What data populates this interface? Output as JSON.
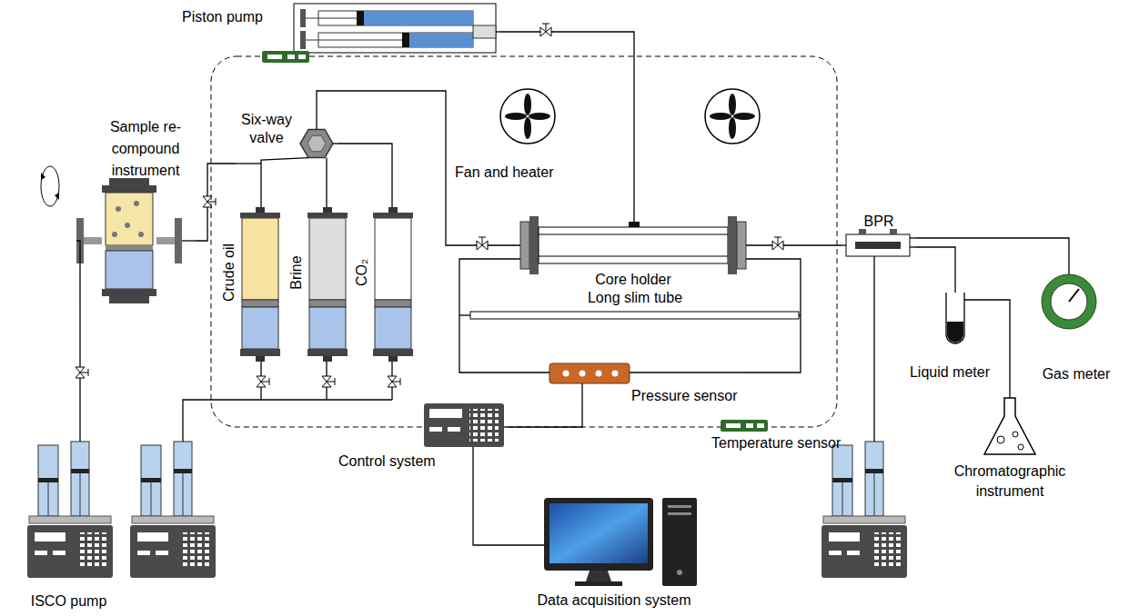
{
  "diagram": {
    "nodes": [
      {
        "text": [
          "Piston pump"
        ]
      },
      {
        "text": [
          "Sample re-compound instrument"
        ]
      },
      {
        "text": [
          "Six-way valve"
        ]
      },
      {
        "text": [
          "Crude oil"
        ]
      },
      {
        "text": [
          "Brine"
        ]
      },
      {
        "text": [
          "CO₂"
        ]
      },
      {
        "text": [
          "Core holder"
        ]
      },
      {
        "text": [
          "Long slim tube"
        ]
      },
      {
        "text": [
          "Pressure sensor"
        ]
      },
      {
        "text": [
          "Control system"
        ]
      },
      {
        "text": [
          "Data acquisition system"
        ]
      },
      {
        "text": [
          "BPR"
        ]
      },
      {
        "text": [
          "Liquid meter"
        ]
      },
      {
        "text": [
          "Gas meter"
        ]
      },
      {
        "text": [
          "Chromatographic instrument"
        ]
      },
      {
        "text": [
          "ISCO pump"
        ]
      }
    ],
    "edges": [
      {
        "from": 0,
        "to": 6,
        "arrow": "none"
      },
      {
        "from": 1,
        "to": 2,
        "arrow": "none"
      },
      {
        "from": 3,
        "to": 2,
        "arrow": "none"
      },
      {
        "from": 4,
        "to": 2,
        "arrow": "none"
      },
      {
        "from": 5,
        "to": 2,
        "arrow": "none"
      },
      {
        "from": 2,
        "to": 6,
        "arrow": "none"
      },
      {
        "from": 6,
        "to": 8,
        "arrow": "none"
      },
      {
        "from": 6,
        "to": 8,
        "arrow": "none"
      },
      {
        "from": 6,
        "to": 11,
        "arrow": "none"
      },
      {
        "from": 11,
        "to": 12,
        "arrow": "none"
      },
      {
        "from": 11,
        "to": 13,
        "arrow": "none"
      },
      {
        "from": 12,
        "to": 14,
        "arrow": "none"
      },
      {
        "from": 8,
        "to": 9,
        "arrow": "none"
      },
      {
        "from": 9,
        "to": 10,
        "arrow": "none"
      },
      {
        "from": 15,
        "to": 1,
        "arrow": "none"
      }
    ],
    "labels": [
      "Fan and heater",
      "Temperature sensor"
    ]
  }
}
